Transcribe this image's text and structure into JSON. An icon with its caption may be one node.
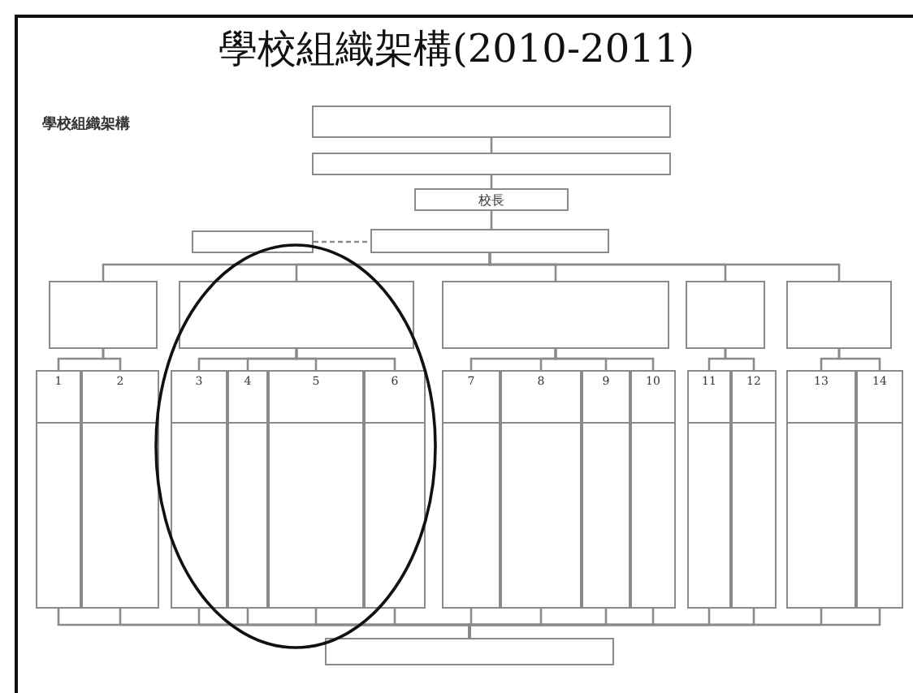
{
  "diagram": {
    "title": "學校組織架構(2010-2011)",
    "nodes": [
      {
        "text": [],
        "shape": "box"
      },
      {
        "text": [],
        "shape": "box"
      },
      {
        "text": [
          "校長"
        ]
      },
      {
        "text": [],
        "shape": "box"
      },
      {
        "text": [],
        "shape": "box"
      },
      {
        "text": [],
        "shape": "box"
      },
      {
        "text": [],
        "shape": "box"
      },
      {
        "text": [],
        "shape": "box"
      },
      {
        "text": [],
        "shape": "box"
      },
      {
        "text": [],
        "shape": "box"
      },
      {
        "text": [
          "1"
        ]
      },
      {
        "text": [
          "2"
        ]
      },
      {
        "text": [
          "3"
        ]
      },
      {
        "text": [
          "4"
        ]
      },
      {
        "text": [
          "5"
        ]
      },
      {
        "text": [
          "6"
        ]
      },
      {
        "text": [
          "7"
        ]
      },
      {
        "text": [
          "8"
        ]
      },
      {
        "text": [
          "9"
        ]
      },
      {
        "text": [
          "10"
        ]
      },
      {
        "text": [
          "11"
        ]
      },
      {
        "text": [
          "12"
        ]
      },
      {
        "text": [
          "13"
        ]
      },
      {
        "text": [
          "14"
        ]
      },
      {
        "text": [],
        "shape": "box"
      }
    ],
    "edges": [
      {
        "from": 0,
        "to": 1,
        "arrow": "none"
      },
      {
        "from": 1,
        "to": 2,
        "arrow": "none"
      },
      {
        "from": 2,
        "to": 4,
        "arrow": "none"
      },
      {
        "from": 3,
        "to": 4,
        "arrow": "none",
        "style": "dashed"
      },
      {
        "from": 4,
        "to": 5,
        "arrow": "none"
      },
      {
        "from": 4,
        "to": 6,
        "arrow": "none"
      },
      {
        "from": 4,
        "to": 7,
        "arrow": "none"
      },
      {
        "from": 4,
        "to": 8,
        "arrow": "none"
      },
      {
        "from": 4,
        "to": 9,
        "arrow": "none"
      },
      {
        "from": 5,
        "to": 10,
        "arrow": "none"
      },
      {
        "from": 5,
        "to": 11,
        "arrow": "none"
      },
      {
        "from": 6,
        "to": 12,
        "arrow": "none"
      },
      {
        "from": 6,
        "to": 13,
        "arrow": "none"
      },
      {
        "from": 6,
        "to": 14,
        "arrow": "none"
      },
      {
        "from": 6,
        "to": 15,
        "arrow": "none"
      },
      {
        "from": 7,
        "to": 16,
        "arrow": "none"
      },
      {
        "from": 7,
        "to": 17,
        "arrow": "none"
      },
      {
        "from": 7,
        "to": 18,
        "arrow": "none"
      },
      {
        "from": 7,
        "to": 19,
        "arrow": "none"
      },
      {
        "from": 8,
        "to": 20,
        "arrow": "none"
      },
      {
        "from": 8,
        "to": 21,
        "arrow": "none"
      },
      {
        "from": 9,
        "to": 22,
        "arrow": "none"
      },
      {
        "from": 9,
        "to": 23,
        "arrow": "none"
      },
      {
        "from": 10,
        "to": 24,
        "arrow": "none"
      },
      {
        "from": 11,
        "to": 24,
        "arrow": "none"
      },
      {
        "from": 12,
        "to": 24,
        "arrow": "none"
      },
      {
        "from": 13,
        "to": 24,
        "arrow": "none"
      },
      {
        "from": 14,
        "to": 24,
        "arrow": "none"
      },
      {
        "from": 15,
        "to": 24,
        "arrow": "none"
      },
      {
        "from": 16,
        "to": 24,
        "arrow": "none"
      },
      {
        "from": 17,
        "to": 24,
        "arrow": "none"
      },
      {
        "from": 18,
        "to": 24,
        "arrow": "none"
      },
      {
        "from": 19,
        "to": 24,
        "arrow": "none"
      },
      {
        "from": 20,
        "to": 24,
        "arrow": "none"
      },
      {
        "from": 21,
        "to": 24,
        "arrow": "none"
      },
      {
        "from": 22,
        "to": 24,
        "arrow": "none"
      },
      {
        "from": 23,
        "to": 24,
        "arrow": "none"
      }
    ],
    "labels": [
      "學校組織架構"
    ]
  }
}
